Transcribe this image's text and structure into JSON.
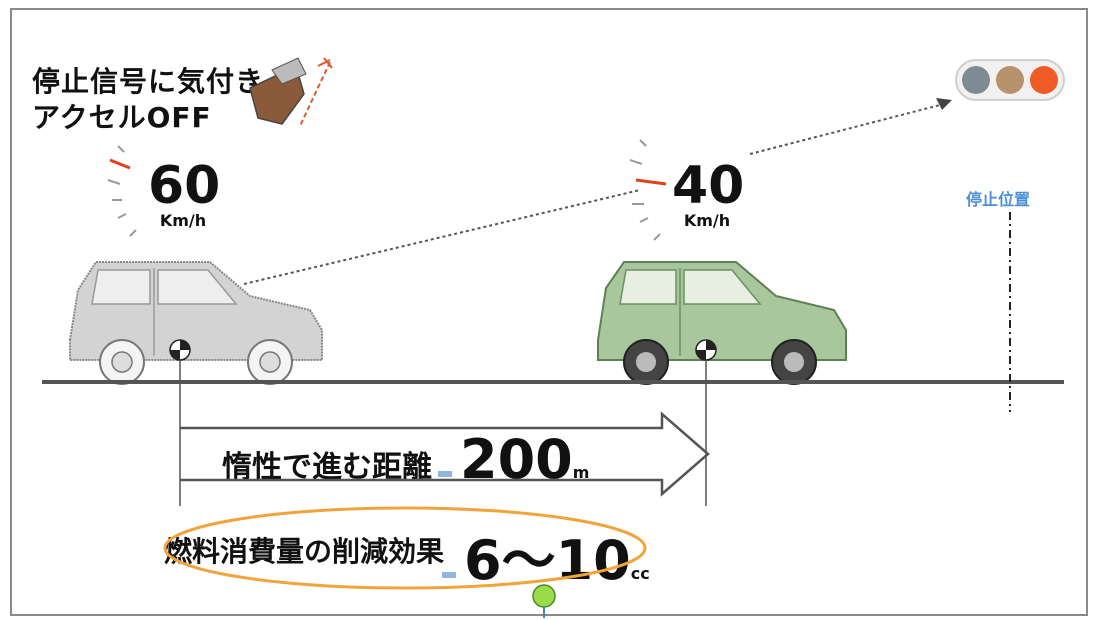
{
  "caption": "",
  "note": {
    "line1": "停止信号に気付き",
    "line2": "アクセルOFF"
  },
  "speeds": {
    "start": {
      "value": "60",
      "unit": "Km/h"
    },
    "end": {
      "value": "40",
      "unit": "Km/h"
    }
  },
  "stop_position_label": "停止位置",
  "coasting": {
    "label": "惰性で進む距離",
    "value": "200",
    "unit": "m"
  },
  "fuel_saving": {
    "label": "燃料消費量の削減効果",
    "value": "6～10",
    "unit": "cc"
  },
  "colors": {
    "car_gray": "#d3d3d3",
    "car_green": "#a9c79c",
    "traffic_red": "#f05a23",
    "traffic_amber": "#b8926a",
    "traffic_gray": "#7f8b93",
    "ellipse_orange": "#f2a33a",
    "stop_label_blue": "#4a90d9",
    "speed_tick_red": "#e0401c"
  },
  "icons": [
    "pedal-icon",
    "traffic-light-icon",
    "speedometer-ticks-icon",
    "car-icon"
  ]
}
